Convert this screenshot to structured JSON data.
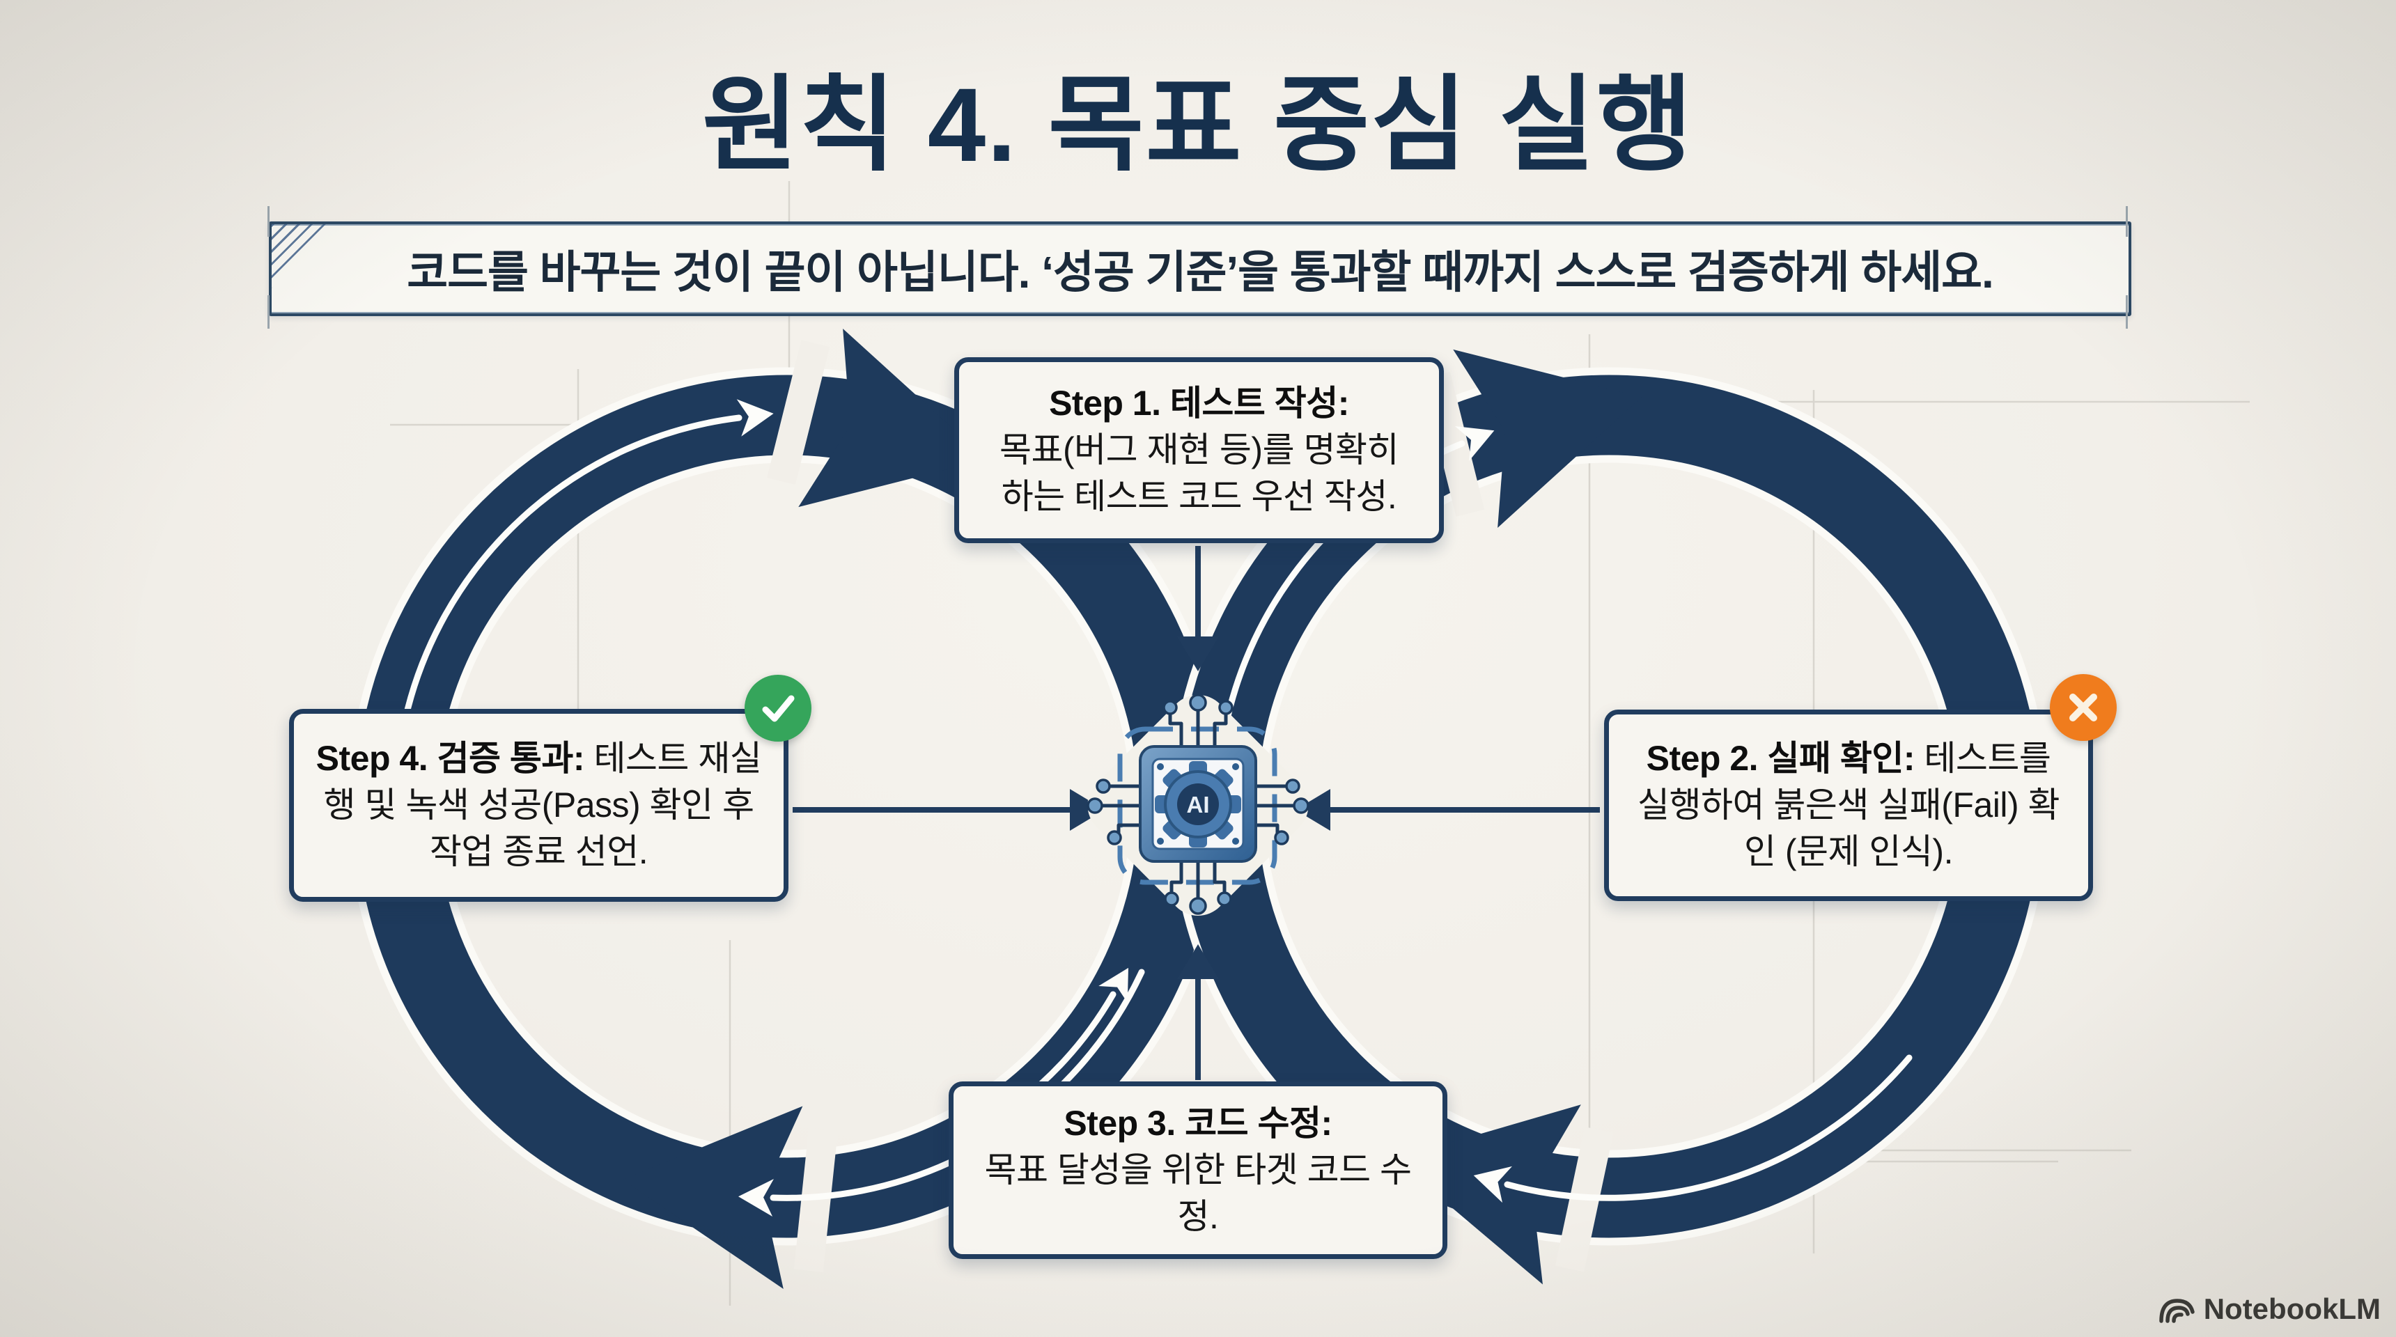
{
  "title": "원칙 4. 목표 중심 실행",
  "subtitle": "코드를 바꾸는 것이 끝이 아닙니다. ‘성공 기준’을 통과할 때까지 스스로 검증하게 하세요.",
  "steps": [
    {
      "title": "Step 1. 테스트 작성:",
      "body": "목표(버그 재현 등)를 명확히 하는 테스트 코드 우선 작성."
    },
    {
      "title": "Step 2. 실패 확인:",
      "body": "테스트를 실행하여 붉은색 실패(Fail) 확인 (문제 인식)."
    },
    {
      "title": "Step 3. 코드 수정:",
      "body": "목표 달성을 위한 타겟 코드 수정."
    },
    {
      "title": "Step 4. 검증 통과:",
      "body": "테스트 재실행 및 녹색 성공(Pass) 확인 후 작업 종료 선언."
    }
  ],
  "center": {
    "chip_label": "AI"
  },
  "icons": {
    "pass": "green-check-circle",
    "fail": "orange-x-circle"
  },
  "watermark": {
    "label": "NotebookLM"
  },
  "colors": {
    "background": "#f2efe9",
    "navy": "#1e3a5c",
    "box_border": "#203c5e",
    "title_navy": "#16304d",
    "pass_green": "#35a55b",
    "fail_orange": "#f07c1d",
    "chip_blue": "#4a7cb0"
  }
}
